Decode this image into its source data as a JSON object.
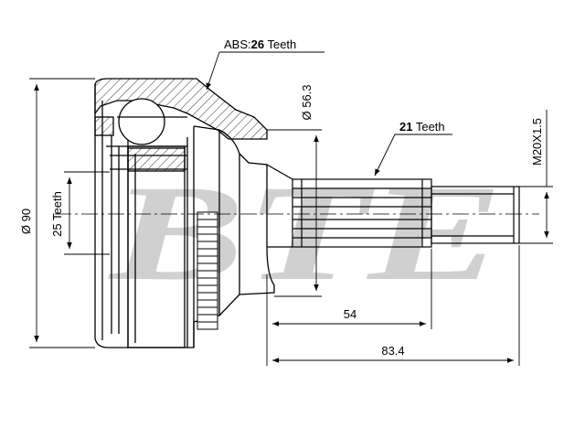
{
  "watermark": {
    "text": "BTE",
    "color": "#c8c8c8"
  },
  "colors": {
    "line": "#000000",
    "hatch": "#000000",
    "background": "#ffffff"
  },
  "labels": {
    "abs_prefix": "ABS:",
    "abs_count": "26",
    "abs_suffix": " Teeth",
    "outer_diameter": "Ø 90",
    "inner_teeth_count": "25",
    "inner_teeth_suffix": " Teeth",
    "bell_diameter": "Ø 56.3",
    "shaft_teeth_count": "21",
    "shaft_teeth_suffix": " Teeth",
    "thread": "M20X1.5",
    "spline_length": "54",
    "total_length": "83.4"
  }
}
